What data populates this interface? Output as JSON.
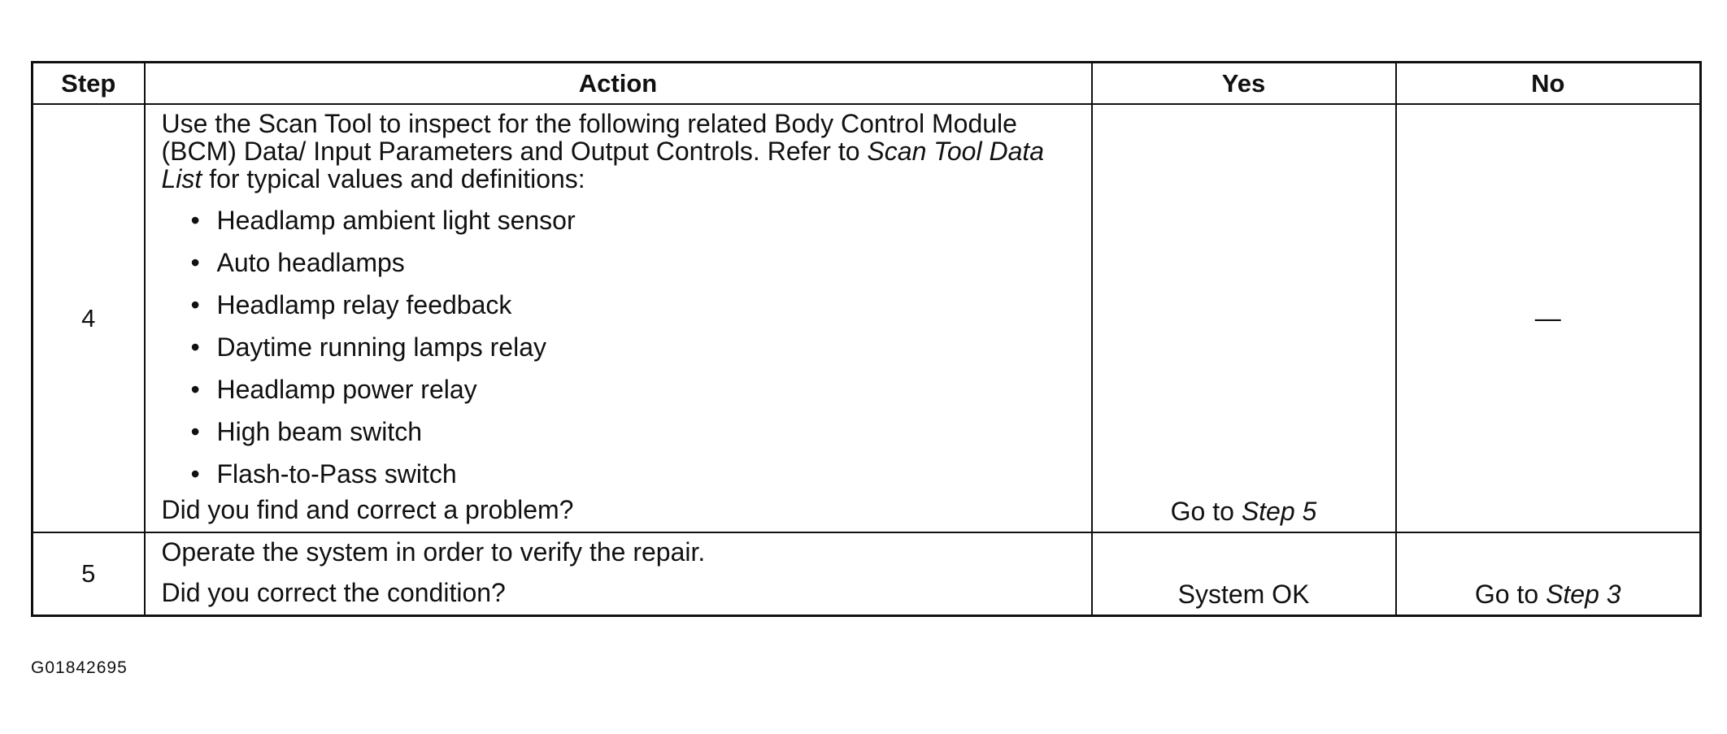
{
  "table": {
    "headers": [
      "Step",
      "Action",
      "Yes",
      "No"
    ],
    "rows": [
      {
        "step": "4",
        "intro_part1": "Use the Scan Tool to inspect for the following related Body Control Module (BCM) Data/ Input Parameters and Output Controls. Refer to ",
        "intro_ref": "Scan Tool Data List",
        "intro_part2": " for typical values and definitions:",
        "bullets": [
          "Headlamp ambient light sensor",
          "Auto headlamps",
          "Headlamp relay feedback",
          "Daytime running lamps relay",
          "Headlamp power relay",
          "High beam switch",
          "Flash-to-Pass switch"
        ],
        "question": "Did you find and correct a problem?",
        "yes_prefix": "Go to ",
        "yes_ref": "Step 5",
        "no": "—"
      },
      {
        "step": "5",
        "action_line1": "Operate the system in order to verify the repair.",
        "question": "Did you correct the condition?",
        "yes": "System OK",
        "no_prefix": "Go to ",
        "no_ref": "Step 3"
      }
    ]
  },
  "figure_id": "G01842695",
  "bullet_glyph": "•"
}
